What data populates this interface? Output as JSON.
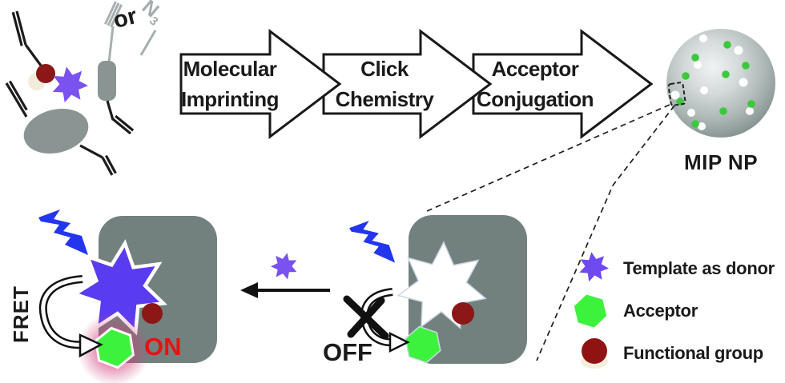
{
  "figure": {
    "monomer_mixture": {
      "or_label": "or",
      "azide_label": "N",
      "azide_subscript": "3"
    },
    "process_steps": [
      {
        "line1": "Molecular",
        "line2": "Imprinting"
      },
      {
        "line1": "Click",
        "line2": "Chemistry"
      },
      {
        "line1": "Acceptor",
        "line2": "Conjugation"
      }
    ],
    "nanoparticle": {
      "label": "MIP NP"
    },
    "bound_state": {
      "fret_label": "FRET",
      "status_label": "ON"
    },
    "unbound_state": {
      "status_label": "OFF"
    },
    "legend": {
      "items": [
        {
          "icon": "template-star-icon",
          "label": "Template as donor"
        },
        {
          "icon": "acceptor-hexagon-icon",
          "label": "Acceptor"
        },
        {
          "icon": "functional-group-icon",
          "label": "Functional group"
        }
      ]
    },
    "colors": {
      "template_purple_large": "#5a3cf0",
      "template_purple_small": "#7a52f0",
      "acceptor_green": "#3df23d",
      "acceptor_dot_green": "#3cc83c",
      "functional_group_red": "#8b1717",
      "matrix_gray": "#73817e",
      "monomer_gray": "#8a9593",
      "excitation_blue": "#2336ee",
      "on_red": "#e61212",
      "glow_pink": "#ff6ec0"
    }
  }
}
